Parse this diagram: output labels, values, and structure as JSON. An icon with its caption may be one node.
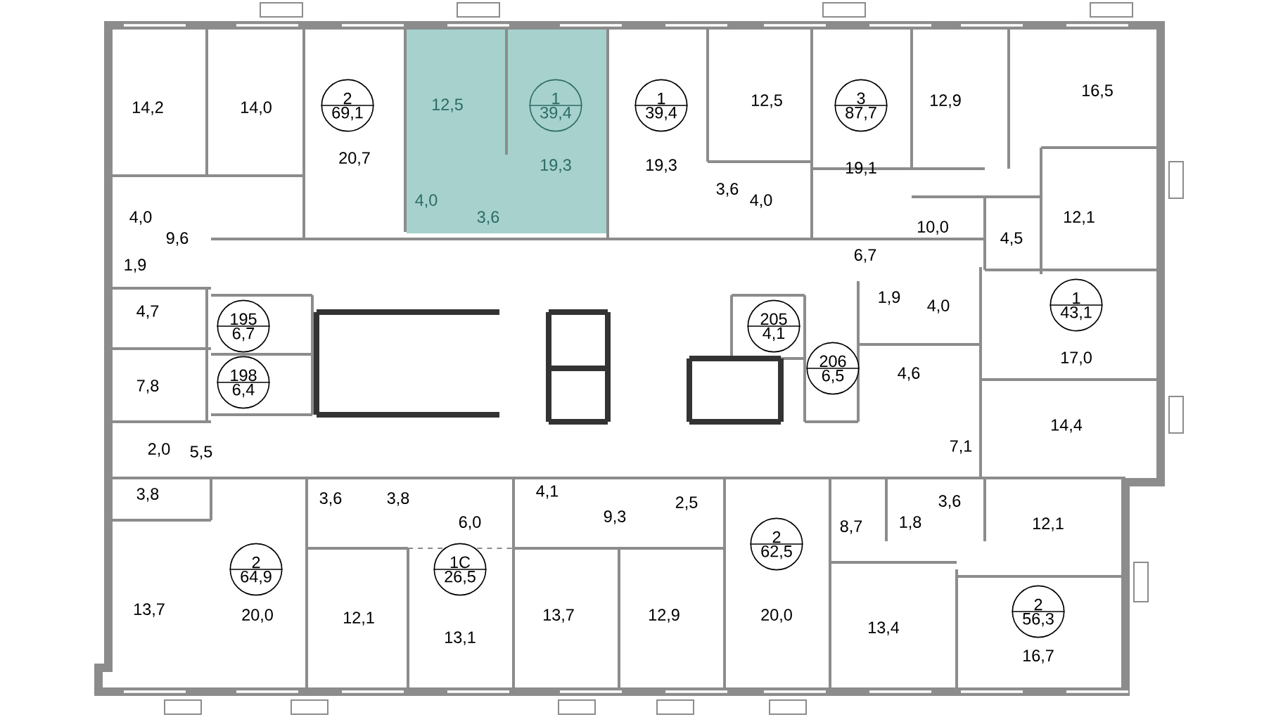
{
  "diagram": {
    "nodes": [
      {
        "text": [
          "2",
          "69,1"
        ]
      },
      {
        "text": [
          "1",
          "39,4"
        ]
      },
      {
        "text": [
          "1",
          "39,4"
        ]
      },
      {
        "text": [
          "3",
          "87,7"
        ]
      },
      {
        "text": [
          "195",
          "6,7"
        ]
      },
      {
        "text": [
          "205",
          "4,1"
        ]
      },
      {
        "text": [
          "1",
          "43,1"
        ]
      },
      {
        "text": [
          "206",
          "6,5"
        ]
      },
      {
        "text": [
          "198",
          "6,4"
        ]
      },
      {
        "text": [
          "2",
          "62,5"
        ]
      },
      {
        "text": [
          "2",
          "64,9"
        ]
      },
      {
        "text": [
          "1С",
          "26,5"
        ]
      },
      {
        "text": [
          "2",
          "56,3"
        ]
      }
    ],
    "labels": [
      "14,2",
      "14,0",
      "12,5",
      "12,5",
      "12,9",
      "16,5",
      "20,7",
      "19,3",
      "19,3",
      "19,1",
      "4,0",
      "9,6",
      "4,0",
      "3,6",
      "3,6",
      "4,0",
      "10,0",
      "4,5",
      "12,1",
      "1,9",
      "6,7",
      "4,7",
      "1,9",
      "4,0",
      "7,8",
      "4,6",
      "17,0",
      "2,0",
      "5,5",
      "7,1",
      "14,4",
      "3,8",
      "3,6",
      "3,8",
      "6,0",
      "4,1",
      "9,3",
      "2,5",
      "8,7",
      "1,8",
      "3,6",
      "12,1",
      "13,7",
      "20,0",
      "12,1",
      "13,1",
      "13,7",
      "12,9",
      "20,0",
      "13,4",
      "16,7"
    ]
  }
}
